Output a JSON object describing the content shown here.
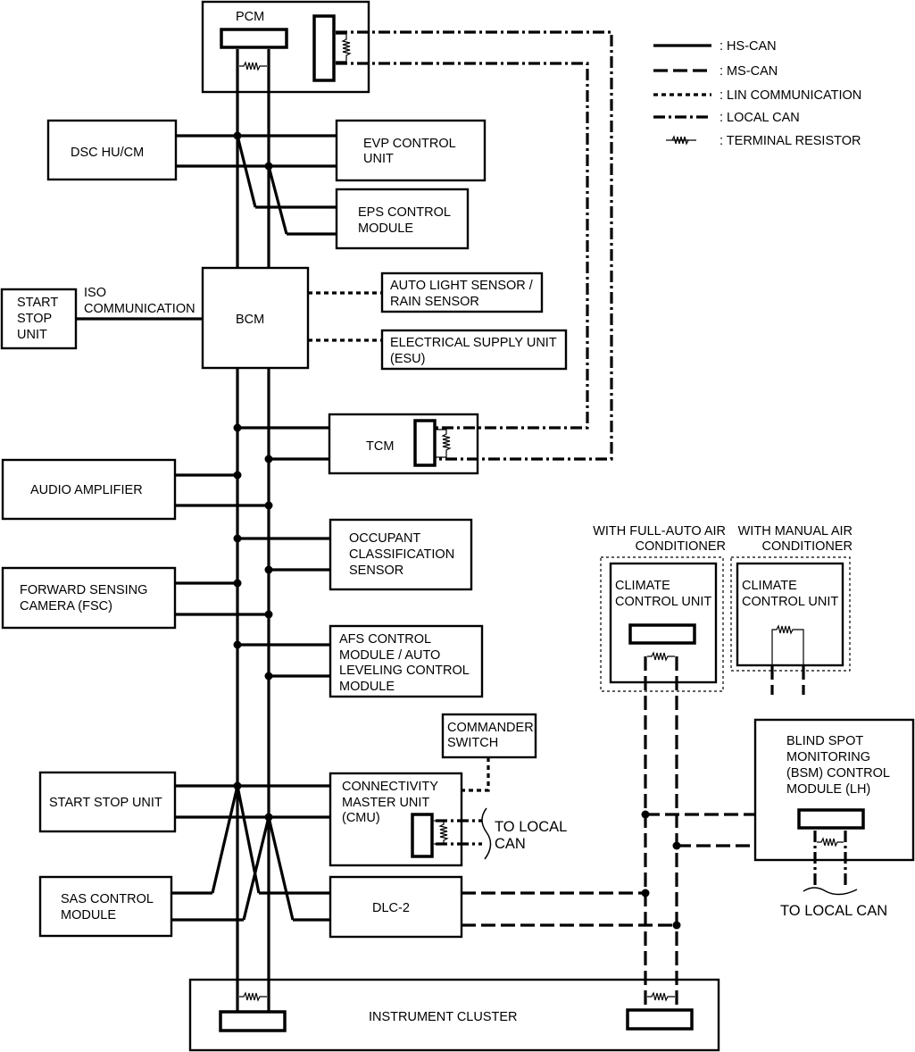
{
  "legend": {
    "hs_can": ": HS-CAN",
    "ms_can": ": MS-CAN",
    "lin": ": LIN COMMUNICATION",
    "local_can": ": LOCAL CAN",
    "terminal_resistor": ": TERMINAL RESISTOR"
  },
  "modules": {
    "pcm": "PCM",
    "dsc": "DSC HU/CM",
    "evp_1": "EVP CONTROL",
    "evp_2": "UNIT",
    "eps_1": "EPS CONTROL",
    "eps_2": "MODULE",
    "iso_1": "ISO",
    "iso_2": "COMMUNICATION",
    "start_stop_left_1": "START",
    "start_stop_left_2": "STOP",
    "start_stop_left_3": "UNIT",
    "bcm": "BCM",
    "auto_light_1": "AUTO LIGHT SENSOR /",
    "auto_light_2": "RAIN SENSOR",
    "esu_1": "ELECTRICAL SUPPLY UNIT",
    "esu_2": "(ESU)",
    "tcm": "TCM",
    "audio_amp": "AUDIO AMPLIFIER",
    "occupant_1": "OCCUPANT",
    "occupant_2": "CLASSIFICATION",
    "occupant_3": "SENSOR",
    "fsc_1": "FORWARD SENSING",
    "fsc_2": "CAMERA (FSC)",
    "afs_1": "AFS CONTROL",
    "afs_2": "MODULE / AUTO",
    "afs_3": "LEVELING CONTROL",
    "afs_4": "MODULE",
    "commander_1": "COMMANDER",
    "commander_2": "SWITCH",
    "start_stop_unit": "START STOP UNIT",
    "cmu_1": "CONNECTIVITY",
    "cmu_2": "MASTER UNIT",
    "cmu_3": "(CMU)",
    "to_local_can_1": "TO LOCAL",
    "to_local_can_2": "CAN",
    "sas_1": "SAS CONTROL",
    "sas_2": "MODULE",
    "dlc2": "DLC-2",
    "instrument_cluster": "INSTRUMENT CLUSTER",
    "full_auto_1": "WITH FULL-AUTO AIR",
    "full_auto_2": "CONDITIONER",
    "manual_1": "WITH MANUAL AIR",
    "manual_2": "CONDITIONER",
    "climate_a_1": "CLIMATE",
    "climate_a_2": "CONTROL UNIT",
    "climate_b_1": "CLIMATE",
    "climate_b_2": "CONTROL UNIT",
    "bsm_1": "BLIND SPOT",
    "bsm_2": "MONITORING",
    "bsm_3": "(BSM) CONTROL",
    "bsm_4": "MODULE (LH)",
    "bsm_to_local_can": "TO LOCAL CAN"
  },
  "icons": [
    "terminal-resistor-icon",
    "connector-icon"
  ]
}
